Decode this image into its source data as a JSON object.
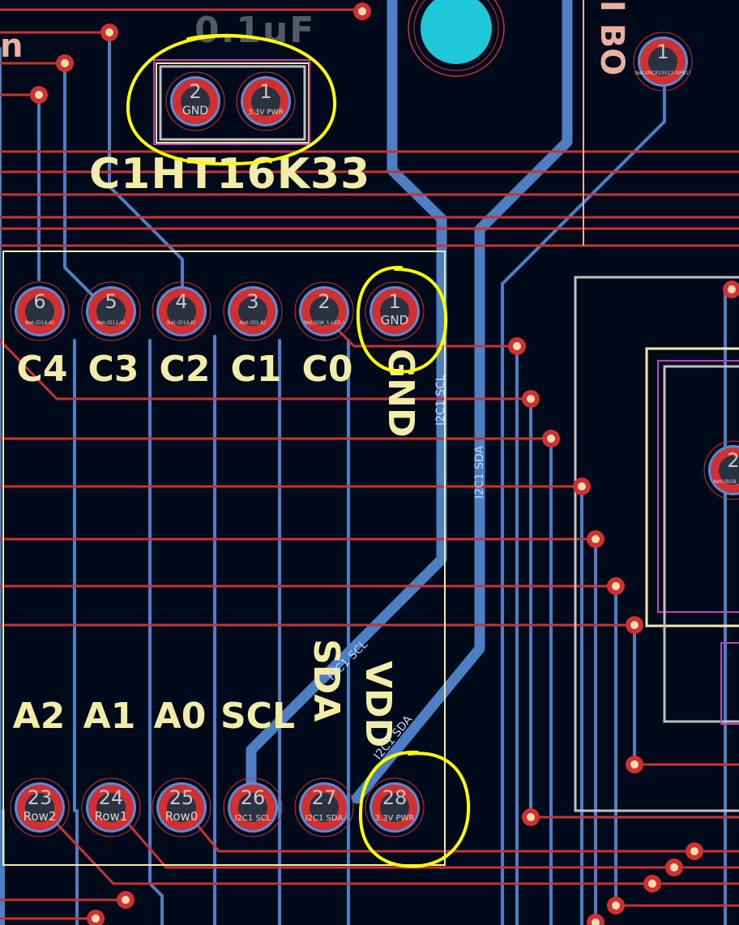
{
  "colors": {
    "background": "#000a1a",
    "front_copper": "#c83434",
    "back_copper": "#4d7fc4",
    "pad_ring": "#d03030",
    "pad_hole": "#2a3140",
    "silkscreen": "#f2eca8",
    "courtyard": "#c0c0c0",
    "fab_layer": "#c040c0",
    "highlight": "#ffff00",
    "mount_hole": "#1ec8d8",
    "ref_silk": "#e8b0a0"
  },
  "silkscreen": {
    "cap_value": "0.1uF",
    "cap_ref_and_ic": "C1HT16K33",
    "cut_off_left": "n",
    "mirrored_corner": "I BO",
    "top_labels": [
      "C4",
      "C3",
      "C2",
      "C1",
      "C0",
      "GND"
    ],
    "bottom_labels": [
      "A2",
      "A1",
      "A0",
      "SCL",
      "SDA",
      "VDD"
    ]
  },
  "capacitor_pads": [
    {
      "number": "2",
      "net": "GND"
    },
    {
      "number": "1",
      "net": "3.3V PWR"
    }
  ],
  "corner_pads": [
    {
      "number": "1",
      "net": "Net-(MCP23017-GPB1)"
    }
  ],
  "top_row_pads": [
    {
      "number": "6",
      "net": "Net-(D16-K)"
    },
    {
      "number": "5",
      "net": "Net-(D11-K)"
    },
    {
      "number": "4",
      "net": "Net-(D10-K)"
    },
    {
      "number": "3",
      "net": "Net-(D1-K)"
    },
    {
      "number": "2",
      "net": "Net-(SW_1-LED-)"
    },
    {
      "number": "1",
      "net": "GND"
    }
  ],
  "bottom_row_pads": [
    {
      "number": "23",
      "net": "Row2"
    },
    {
      "number": "24",
      "net": "Row1"
    },
    {
      "number": "25",
      "net": "Row0"
    },
    {
      "number": "26",
      "net": "I2C1 SCL"
    },
    {
      "number": "27",
      "net": "I2C1 SDA"
    },
    {
      "number": "28",
      "net": "3.3V PWR"
    }
  ],
  "right_partial_pad": {
    "number": "2",
    "net": "Net-(RGB_small)"
  },
  "track_labels": {
    "scl_vertical": "I2C1 SCL",
    "sda_vertical": "I2C1 SDA",
    "scl_diagonal": "I2C1 SCL",
    "sda_diagonal": "I2C1 SDA"
  }
}
